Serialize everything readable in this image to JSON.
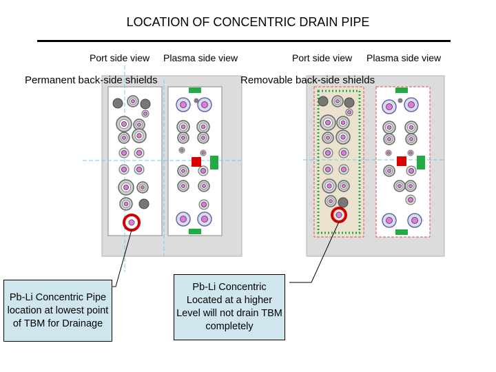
{
  "title": "LOCATION OF CONCENTRIC DRAIN PIPE",
  "headers": {
    "left_port": "Port side view",
    "left_plasma": "Plasma side view",
    "right_port": "Port side view",
    "right_plasma": "Plasma side view"
  },
  "labels": {
    "permanent": "Permanent back-side shields",
    "removable": "Removable back-side shields"
  },
  "callouts": {
    "left": "Pb-Li Concentric Pipe location at lowest point of TBM for Drainage",
    "right": "Pb-Li Concentric Located at a higher Level will not drain TBM completely"
  },
  "colors": {
    "drain_ring": "#cc0000",
    "callout_fill": "#cfe6ee",
    "port_pink": "#e377e3",
    "shield_green": "#22aa44"
  }
}
